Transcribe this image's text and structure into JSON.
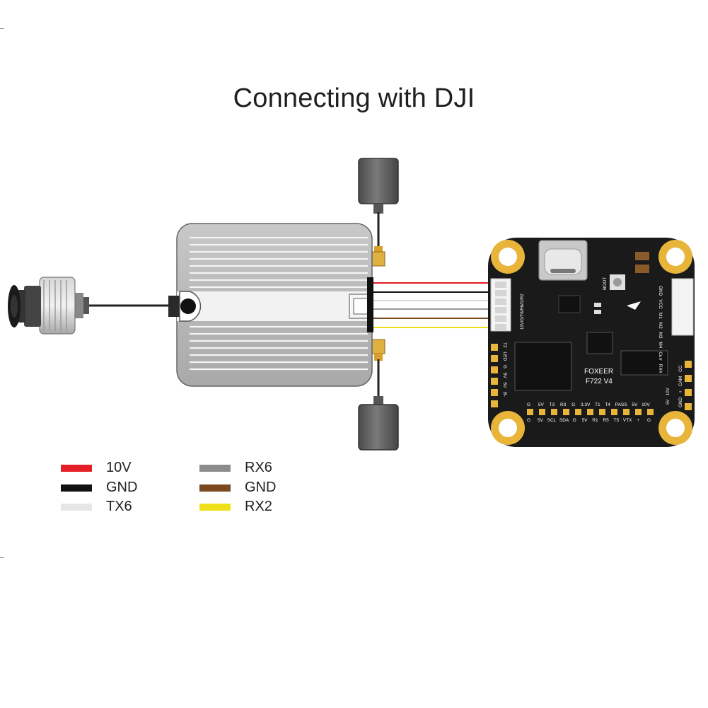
{
  "title": "Connecting with DJI",
  "board": {
    "brand": "FOXEER",
    "model": "F722 V4",
    "connector_label": "10V/G/T6/R6/G/R2",
    "boot_label": "BOOT",
    "right_pins": [
      "GND",
      "VCC",
      "M1",
      "M2",
      "M3",
      "M4",
      "Curr",
      "RX4"
    ],
    "left_pins": [
      "T2",
      "LED",
      "G",
      "5V",
      "5V",
      "B-"
    ],
    "top_row_labels": [
      "G",
      "5V",
      "T3",
      "R3",
      "G",
      "3.3V",
      "T1",
      "T4",
      "PASS",
      "5V",
      "10V"
    ],
    "bottom_row_labels": [
      "G",
      "5V",
      "SCL",
      "SDA",
      "G",
      "5V",
      "R1",
      "R5",
      "T5",
      "VTX",
      "+",
      "G"
    ],
    "side_labels": [
      "CC",
      "CAM",
      "+",
      "GND",
      "10V",
      "5V"
    ]
  },
  "legend": [
    {
      "label": "10V",
      "color": "#e31e24"
    },
    {
      "label": "GND",
      "color": "#111111"
    },
    {
      "label": "TX6",
      "color": "#e6e6e6"
    },
    {
      "label": "RX6",
      "color": "#8c8c8c"
    },
    {
      "label": "GND",
      "color": "#7a4a1e"
    },
    {
      "label": "RX2",
      "color": "#efe01a"
    }
  ],
  "colors": {
    "pcb": "#1a1a1a",
    "pad_gold": "#e8b43a",
    "vtx_body": "#b9b9b9",
    "antenna": "#5c5c5c"
  }
}
